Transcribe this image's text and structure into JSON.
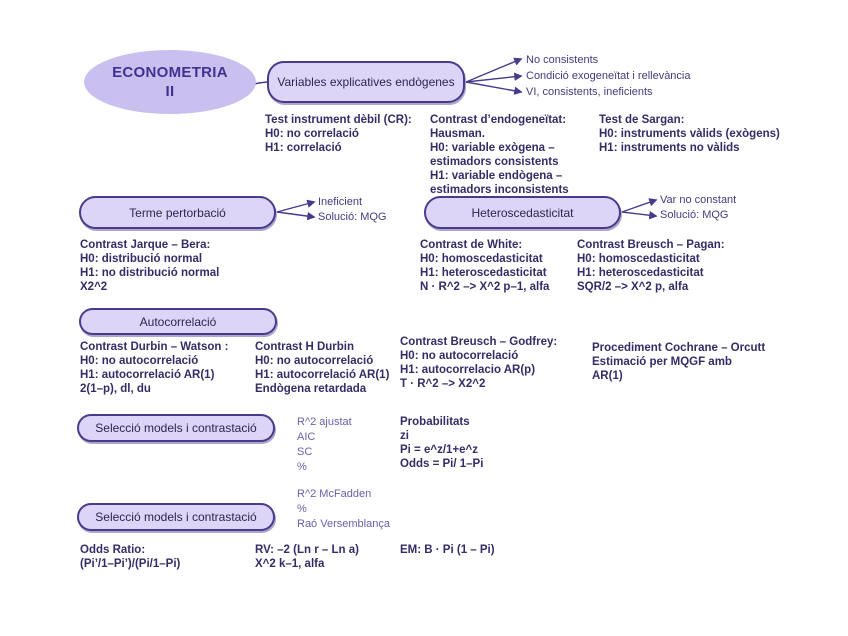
{
  "title": {
    "line1": "ECONOMETRIA",
    "line2": "II"
  },
  "colors": {
    "ellipse_fill": "#c9c0f0",
    "node_fill": "#dcd5f8",
    "node_border": "#4a3a8c",
    "text_dark": "#362b66",
    "text_light": "#6a5fa8",
    "wire": "#4a3a8c"
  },
  "nodes": {
    "variables": {
      "label": "Variables explicatives endògenes"
    },
    "terme": {
      "label": "Terme pertorbació"
    },
    "heteroscedasticitat": {
      "label": "Heteroscedasticitat"
    },
    "autocorrelacio": {
      "label": "Autocorrelació"
    },
    "seleccio1": {
      "label": "Selecció models i contrastació"
    },
    "seleccio2": {
      "label": "Selecció models i contrastació"
    }
  },
  "branches": {
    "variables": [
      "No consistents",
      "Condició exogeneïtat i rellevància",
      "VI, consistents, ineficients"
    ],
    "terme": [
      "Ineficient",
      "Solució: MQG"
    ],
    "heteroscedasticitat": [
      "Var no constant",
      "Solució: MQG"
    ]
  },
  "blocks": {
    "test_instrument": [
      "Test instrument dèbil (CR):",
      "H0: no correlació",
      "H1: correlació"
    ],
    "endogeneitat": [
      "Contrast d’endogeneïtat:",
      "Hausman.",
      "H0: variable exògena –",
      "estimadors consistents",
      "H1: variable endògena –",
      "estimadors inconsistents"
    ],
    "sargan": [
      "Test de Sargan:",
      "H0: instruments vàlids (exògens)",
      "H1: instruments no vàlids"
    ],
    "jarque_bera": [
      "Contrast Jarque – Bera:",
      "H0: distribució normal",
      "H1: no distribució normal",
      "X2^2"
    ],
    "white": [
      "Contrast de White:",
      "H0: homoscedasticitat",
      "H1: heteroscedasticitat",
      "N · R^2 –> X^2 p–1, alfa"
    ],
    "breusch_pagan": [
      "Contrast Breusch – Pagan:",
      "H0: homoscedasticitat",
      "H1: heteroscedasticitat",
      "SQR/2 –> X^2 p, alfa"
    ],
    "durbin_watson": [
      "Contrast Durbin – Watson :",
      "H0: no autocorrelació",
      "H1: autocorrelació AR(1)",
      "2(1–p), dl, du"
    ],
    "h_durbin": [
      "Contrast H Durbin",
      "H0: no autocorrelació",
      "H1: autocorrelació AR(1)",
      "Endògena retardada"
    ],
    "breusch_godfrey": [
      "Contrast Breusch – Godfrey:",
      "H0: no autocorrelació",
      "H1: autocorrelacio AR(p)",
      "T · R^2 –> X2^2"
    ],
    "cochrane_orcutt": [
      "Procediment Cochrane – Orcutt",
      "Estimació per MQGF amb",
      "AR(1)"
    ],
    "r2_ajustat": [
      "R^2 ajustat",
      "AIC",
      "SC",
      "%"
    ],
    "probabilitats": [
      "Probabilitats",
      "zi",
      "Pi = e^z/1+e^z",
      "Odds = Pi/ 1–Pi"
    ],
    "r2_mcfadden": [
      "R^2 McFadden",
      "%",
      "Raó Versemblança"
    ],
    "odds_ratio": [
      "Odds Ratio:",
      "(Pi’/1–Pi’)/(Pi/1–Pi)"
    ],
    "rv": [
      "RV: –2 (Ln r – Ln a)",
      "X^2 k–1, alfa"
    ],
    "em": [
      "EM: B · Pi (1 – Pi)"
    ]
  }
}
